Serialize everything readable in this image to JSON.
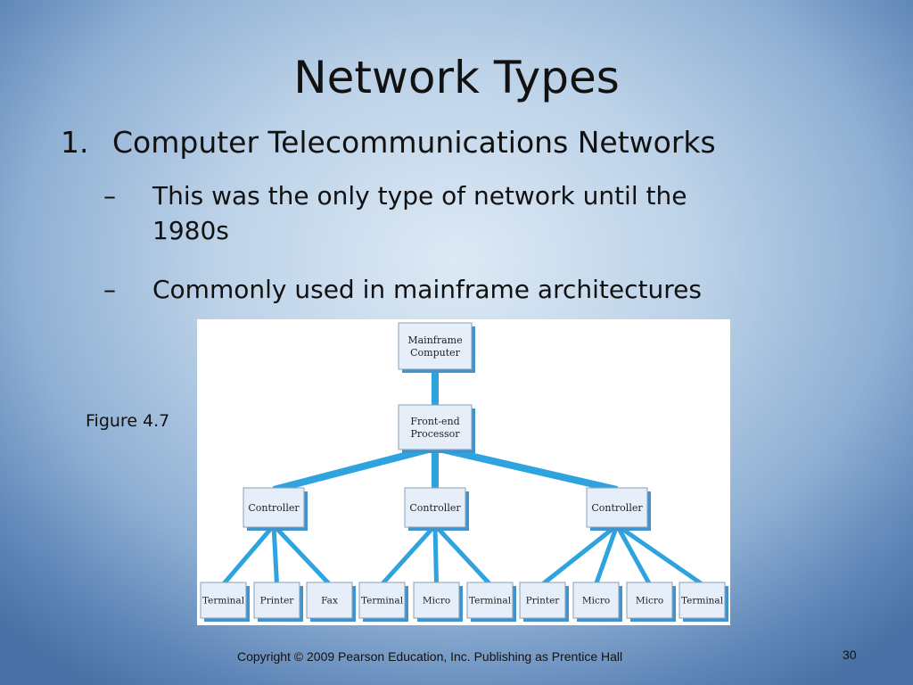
{
  "slide": {
    "title": "Network Types",
    "bullet_number": "1.",
    "bullet_text": "Computer Telecommunications Networks",
    "sub_bullets": [
      {
        "dash": "–",
        "lines": [
          "This was the only type of network until the",
          "1980s"
        ]
      },
      {
        "dash": "–",
        "lines": [
          "Commonly used in mainframe architectures"
        ]
      }
    ],
    "figure_caption": "Figure 4.7",
    "footer": "Copyright © 2009 Pearson Education, Inc.  Publishing as Prentice Hall",
    "page_number": "30"
  },
  "diagram": {
    "mainframe": [
      "Mainframe",
      "Computer"
    ],
    "front_end": [
      "Front-end",
      "Processor"
    ],
    "controllers": [
      "Controller",
      "Controller",
      "Controller"
    ],
    "terminals": [
      "Terminal",
      "Printer",
      "Fax",
      "Terminal",
      "Micro",
      "Terminal",
      "Printer",
      "Micro",
      "Micro",
      "Terminal"
    ],
    "colors": {
      "box_fill": "#e6eef9",
      "box_border": "#8aa0b8",
      "box_shadow": "#3f94cf",
      "connector": "#2ea3de"
    }
  }
}
